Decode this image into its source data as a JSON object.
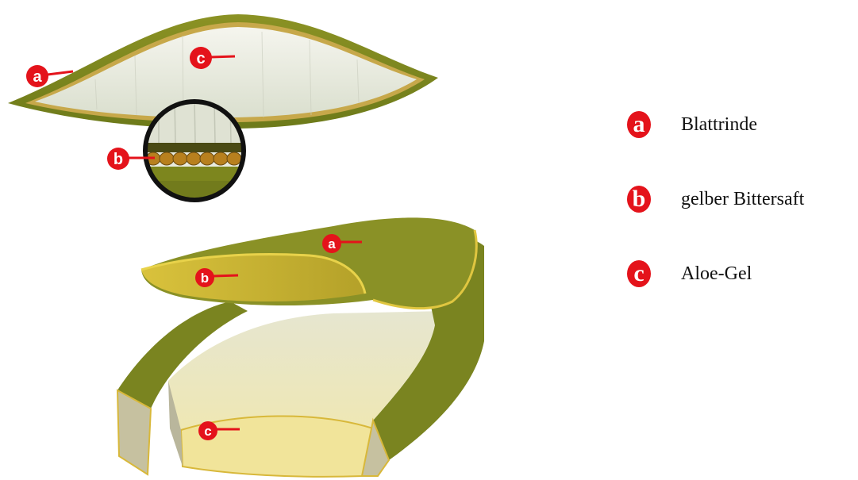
{
  "legend": [
    {
      "key": "a",
      "label": "Blattrinde"
    },
    {
      "key": "b",
      "label": "gelber Bittersaft"
    },
    {
      "key": "c",
      "label": "Aloe-Gel"
    }
  ],
  "markers": {
    "cross_section": {
      "rind": "a",
      "gel": "c",
      "sap_zoom": "b"
    },
    "fillet": {
      "rind": "a",
      "sap": "b",
      "gel": "c"
    }
  },
  "colors": {
    "marker_red": "#e4131b",
    "rind_green": "#7f8a1e",
    "sap_yellow": "#d8c23a",
    "gel_white": "#eef0e6"
  }
}
